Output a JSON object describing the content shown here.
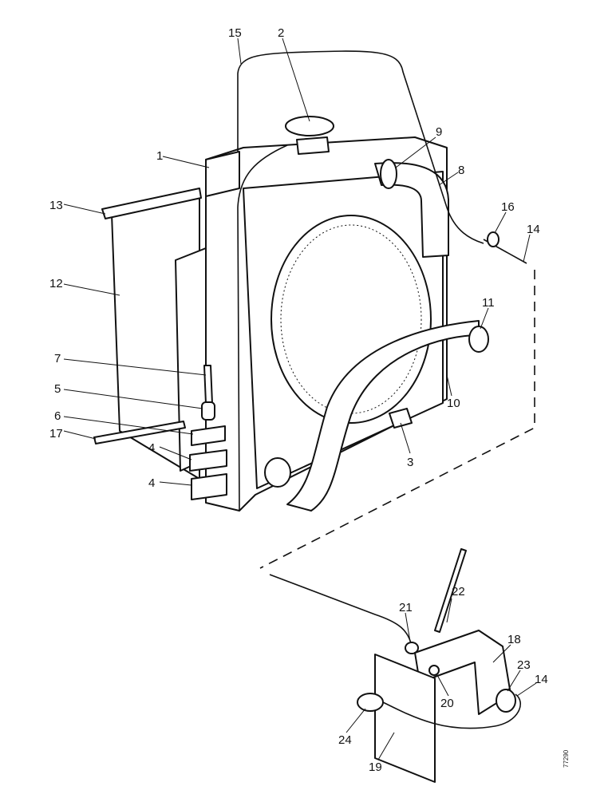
{
  "callouts": [
    {
      "id": "15",
      "label": "15"
    },
    {
      "id": "2",
      "label": "2"
    },
    {
      "id": "9",
      "label": "9"
    },
    {
      "id": "1",
      "label": "1"
    },
    {
      "id": "8",
      "label": "8"
    },
    {
      "id": "13",
      "label": "13"
    },
    {
      "id": "16",
      "label": "16"
    },
    {
      "id": "14a",
      "label": "14"
    },
    {
      "id": "12",
      "label": "12"
    },
    {
      "id": "11",
      "label": "11"
    },
    {
      "id": "7",
      "label": "7"
    },
    {
      "id": "5",
      "label": "5"
    },
    {
      "id": "10",
      "label": "10"
    },
    {
      "id": "6",
      "label": "6"
    },
    {
      "id": "17",
      "label": "17"
    },
    {
      "id": "3",
      "label": "3"
    },
    {
      "id": "4a",
      "label": "4"
    },
    {
      "id": "4b",
      "label": "4"
    },
    {
      "id": "22",
      "label": "22"
    },
    {
      "id": "21",
      "label": "21"
    },
    {
      "id": "18",
      "label": "18"
    },
    {
      "id": "23",
      "label": "23"
    },
    {
      "id": "20",
      "label": "20"
    },
    {
      "id": "14b",
      "label": "14"
    },
    {
      "id": "24",
      "label": "24"
    },
    {
      "id": "19",
      "label": "19"
    }
  ],
  "ref_code": "77290"
}
